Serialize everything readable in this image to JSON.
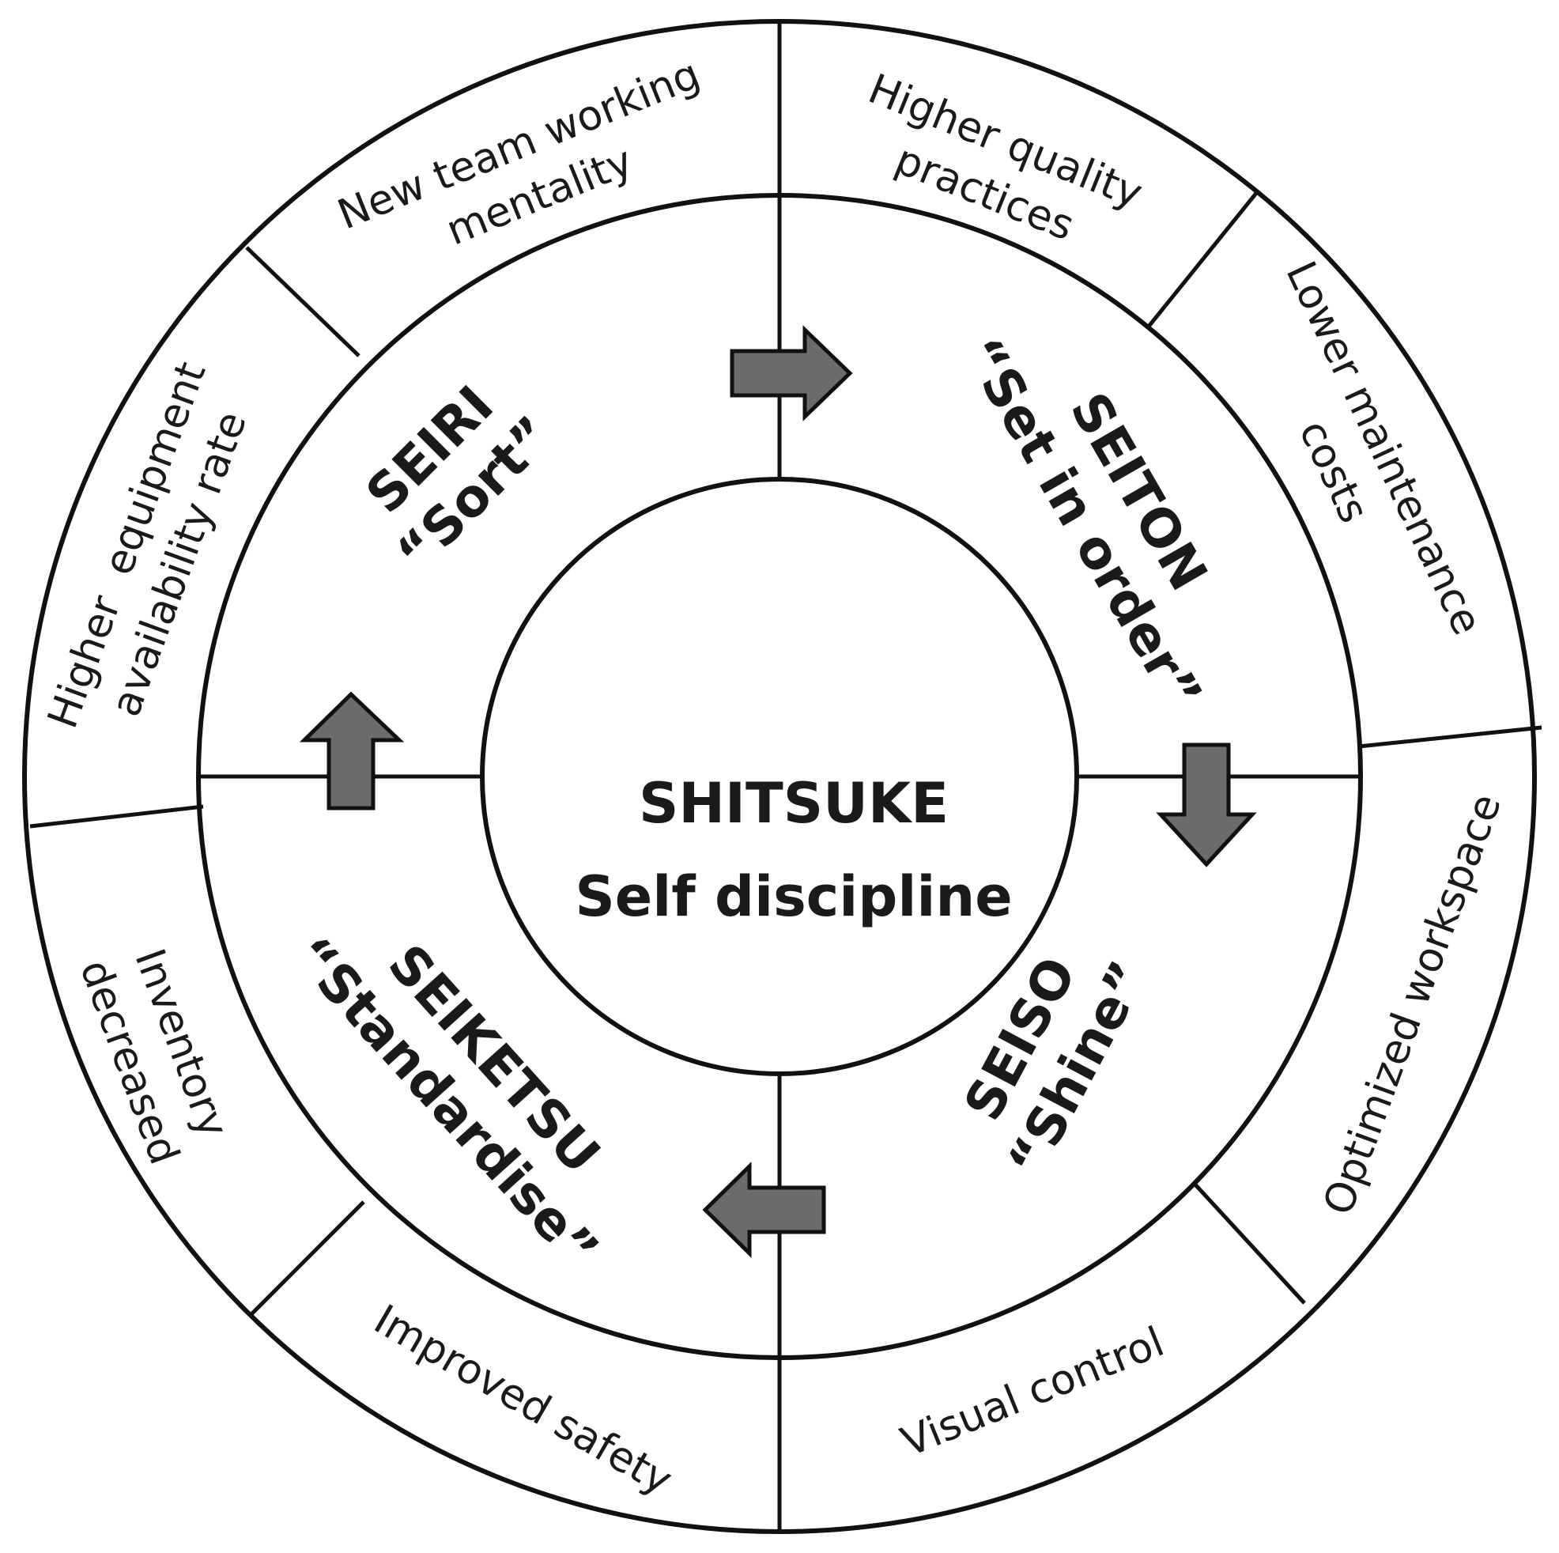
{
  "colors": {
    "line": "#111111",
    "arrow_fill": "#6b6b6b",
    "background": "#ffffff",
    "text": "#1a1a1a"
  },
  "center": {
    "title": "SHITSUKE",
    "subtitle": "Self discipline"
  },
  "pillars": {
    "seiri": {
      "name": "SEIRI",
      "meaning": "“Sort”"
    },
    "seiton": {
      "name": "SEITON",
      "meaning": "“Set in order”"
    },
    "seiso": {
      "name": "SEISO",
      "meaning": "“Shine”"
    },
    "seiketsu": {
      "name": "SEIKETSU",
      "meaning": "“Standardise”"
    }
  },
  "benefits": {
    "team": {
      "line1": "New team working",
      "line2": "mentality"
    },
    "quality": {
      "line1": "Higher quality",
      "line2": "practices"
    },
    "maintenance": {
      "line1": "Lower maintenance",
      "line2": "costs"
    },
    "workspace": {
      "line1": "Optimized workspace"
    },
    "visual": {
      "line1": "Visual control"
    },
    "safety": {
      "line1": "Improved safety"
    },
    "inventory": {
      "line1": "Inventory",
      "line2": "decreased"
    },
    "equipment": {
      "line1": "Higher  equipment",
      "line2": "availability rate"
    }
  },
  "arrows": [
    "right",
    "down",
    "left",
    "up"
  ]
}
